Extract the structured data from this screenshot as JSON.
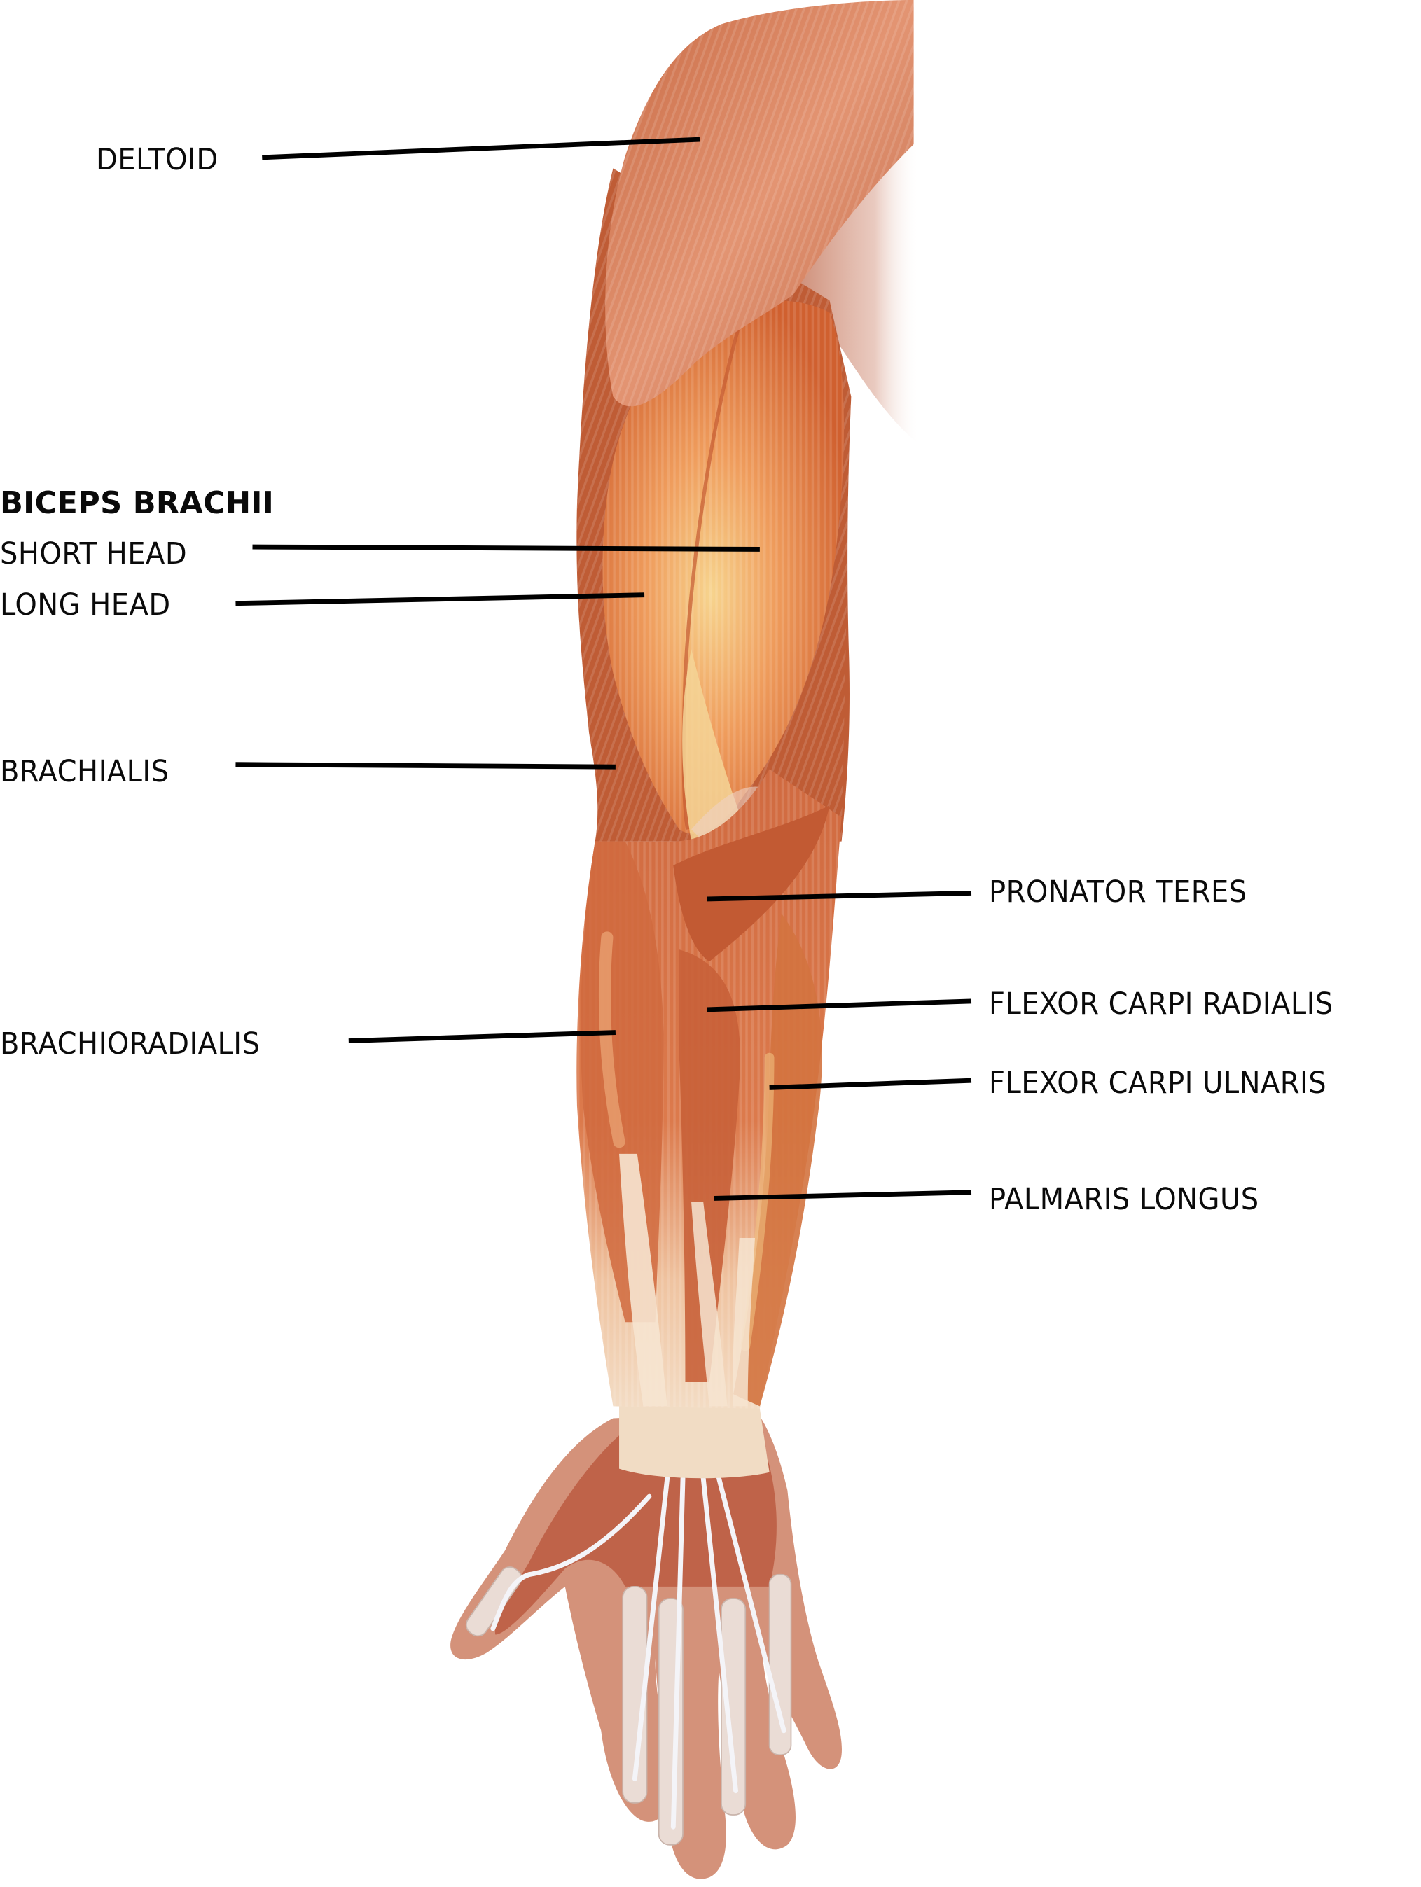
{
  "figure": {
    "subject": "Anterior view of right arm muscles",
    "colors": {
      "muscle_base": "#c9643c",
      "muscle_light": "#e8926a",
      "muscle_dark": "#9e4528",
      "muscle_highlight": "#f2c27a",
      "tendon": "#f3dcc2",
      "skin_outline": "#d4927a",
      "bone": "#ecdcd4",
      "leader_line": "#000000",
      "label_text": "#0a0a0a"
    }
  },
  "labels": {
    "deltoid": "DELTOID",
    "biceps_brachii": "BICEPS BRACHII",
    "short_head": "SHORT HEAD",
    "long_head": "LONG HEAD",
    "brachialis": "BRACHIALIS",
    "brachioradialis": "BRACHIORADIALIS",
    "pronator_teres": "PRONATOR TERES",
    "flexor_carpi_radialis": "FLEXOR CARPI RADIALIS",
    "flexor_carpi_ulnaris": "FLEXOR CARPI ULNARIS",
    "palmaris_longus": "PALMARIS LONGUS"
  }
}
